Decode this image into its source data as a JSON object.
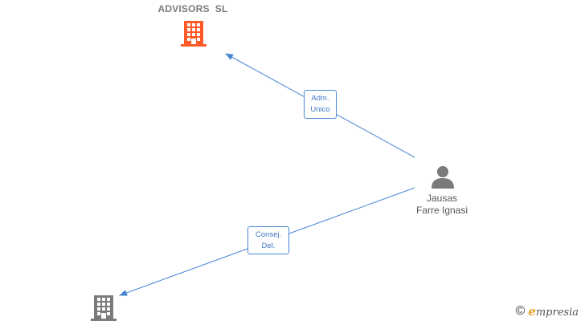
{
  "nodes": {
    "company_top": {
      "name": "ADVISORS  SL",
      "icon": "building-icon",
      "color": "#ff5a28"
    },
    "company_bottom": {
      "name": "",
      "icon": "building-icon",
      "color": "#7a7a7a"
    },
    "person": {
      "name_line1": "Jausas",
      "name_line2": "Farre Ignasi",
      "icon": "person-icon",
      "color": "#7a7a7a"
    }
  },
  "edges": [
    {
      "from": "person",
      "to": "company_top",
      "label_line1": "Adm.",
      "label_line2": "Unico",
      "color": "#4a86d4"
    },
    {
      "from": "person",
      "to": "company_bottom",
      "label_line1": "Consej.",
      "label_line2": "Del.",
      "color": "#4a86d4"
    }
  ],
  "watermark": {
    "copyright_symbol": "©",
    "brand_first": "e",
    "brand_rest": "mpresia"
  }
}
